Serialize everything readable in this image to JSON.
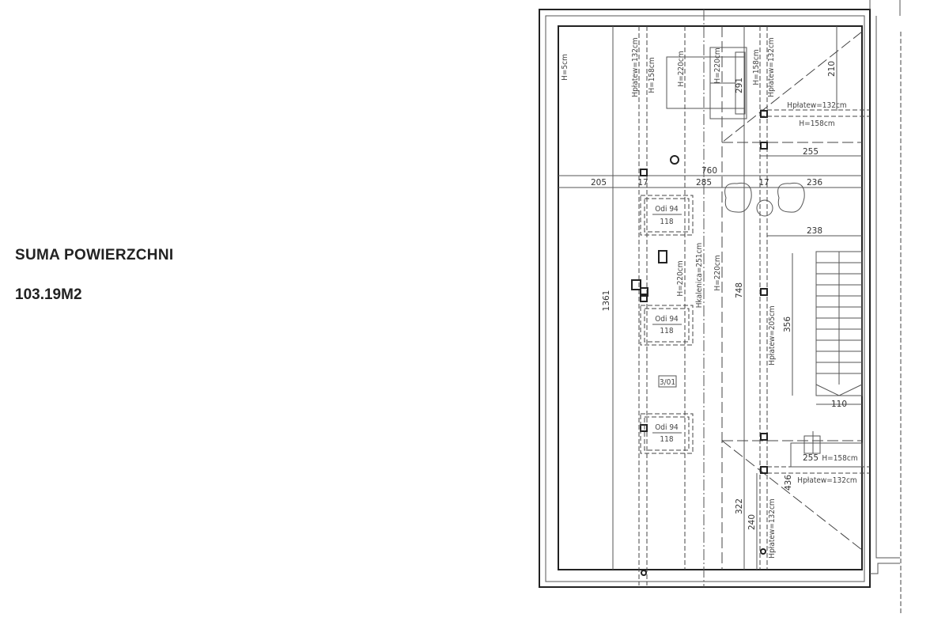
{
  "summary": {
    "title": "SUMA POWIERZCHNI",
    "value": "103.19M2"
  },
  "plan": {
    "dims": {
      "total_width": "760",
      "d205": "205",
      "d17a": "17",
      "d285": "285",
      "d17b": "17",
      "d236": "236",
      "d210": "210",
      "d255_top": "255",
      "d238": "238",
      "d1361": "1361",
      "d748": "748",
      "d356": "356",
      "d110": "110",
      "d291": "291",
      "d255_bottom": "255",
      "d322": "322",
      "d240": "240",
      "d436": "436"
    },
    "labels": {
      "h5": "H=5cm",
      "hpl_left": "Hpłatew=132cm",
      "h158_left": "H=158cm",
      "h220_a": "H=220cm",
      "h220_b": "H=220cm",
      "h158_right": "H=158cm",
      "hpl_right": "Hpłatew=132cm",
      "hpl_top_h": "Hpłatew=132cm",
      "h158_top_h": "H=158cm",
      "h220_mid": "H=220cm",
      "hkalenica": "Hkalenica=251cm",
      "h220_mid2": "H=220cm",
      "hpl_205": "Hpłatew=205cm",
      "h158_bottom_h": "H=158cm",
      "hpl_bottom_h": "Hpłatew=132cm",
      "hpl_bottom_v": "Hpłatew=132cm",
      "room": "3/01"
    },
    "windows": [
      {
        "name": "Odi 94",
        "size": "118"
      },
      {
        "name": "Odi 94",
        "size": "118"
      },
      {
        "name": "Odi 94",
        "size": "118"
      }
    ]
  }
}
